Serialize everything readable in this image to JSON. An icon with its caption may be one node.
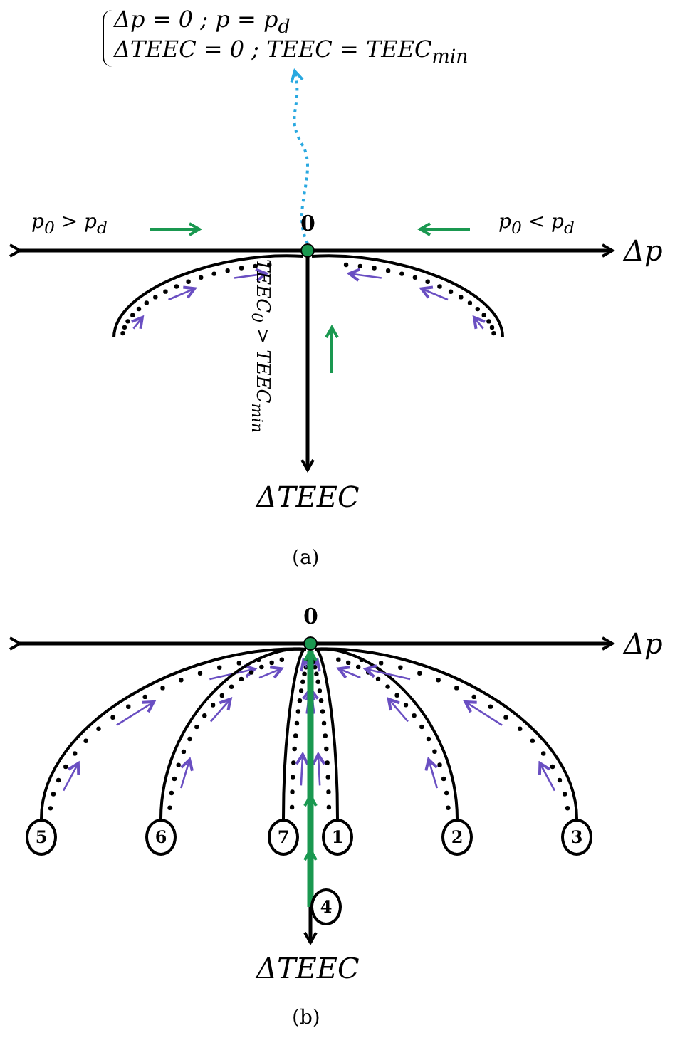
{
  "diagram": {
    "nodes": [
      {
        "text": [
          "Δp = 0  ;  p = p$_{d}$",
          "ΔTEEC = 0  ;  TEEC = TEEC$_{min}$"
        ]
      },
      {
        "text": [],
        "shape": "circle",
        "beside": [
          "0"
        ]
      },
      {
        "text": [],
        "shape": "circle",
        "beside": [
          "0"
        ]
      },
      {
        "text": [
          "5"
        ]
      },
      {
        "text": [
          "6"
        ]
      },
      {
        "text": [
          "7"
        ]
      },
      {
        "text": [
          "1"
        ]
      },
      {
        "text": [
          "2"
        ]
      },
      {
        "text": [
          "3"
        ]
      },
      {
        "text": [
          "4"
        ]
      }
    ],
    "edges": [
      {
        "from": 1,
        "to": 0,
        "arrow": "to",
        "style": "dashed",
        "color": "#29a8e0"
      },
      {
        "from": 3,
        "to": 2,
        "arrow": "none"
      },
      {
        "from": 4,
        "to": 2,
        "arrow": "none"
      },
      {
        "from": 5,
        "to": 2,
        "arrow": "none"
      },
      {
        "from": 6,
        "to": 2,
        "arrow": "none"
      },
      {
        "from": 7,
        "to": 2,
        "arrow": "none"
      },
      {
        "from": 8,
        "to": 2,
        "arrow": "none"
      },
      {
        "from": 9,
        "to": 2,
        "arrow": "to",
        "style": "thick",
        "color": "#1a9850"
      }
    ],
    "labels": [
      "p$_{0}$ > p$_{d}$",
      "p$_{0}$ < p$_{d}$",
      "Δp",
      "TEEC$_{0}$ > TEEC$_{min}$",
      "ΔTEEC",
      "(a)",
      "Δp",
      "ΔTEEC",
      "(b)"
    ]
  }
}
